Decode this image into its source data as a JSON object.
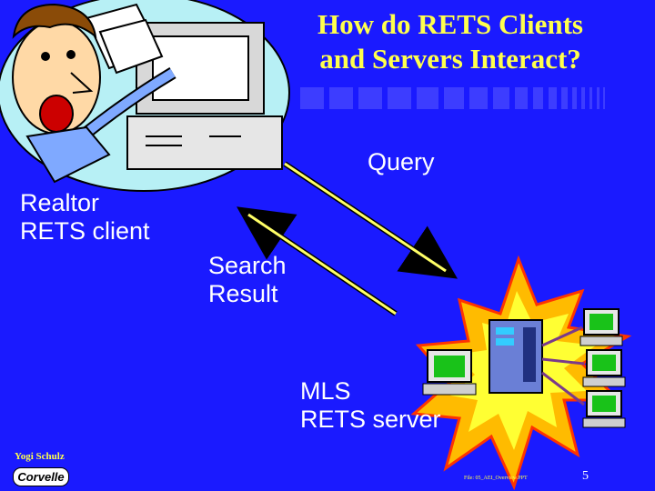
{
  "slide": {
    "title": "How do RETS Clients\nand Servers Interact?",
    "query_label": "Query",
    "client_label": "Realtor\nRETS client",
    "search_label": "Search\nResult",
    "server_label": "MLS\nRETS server",
    "author": "Yogi Schulz",
    "logo_text": "Corvelle",
    "file_text": "File: 05_AEI_Overview.PPT",
    "page_number": "5"
  },
  "colors": {
    "background": "#1a1aff",
    "title": "#ffff4d",
    "arrow": "#ffff66",
    "text": "#ffffff"
  },
  "icons": [
    "person-at-computer-icon",
    "server-tower-icon",
    "workstation-icon"
  ]
}
